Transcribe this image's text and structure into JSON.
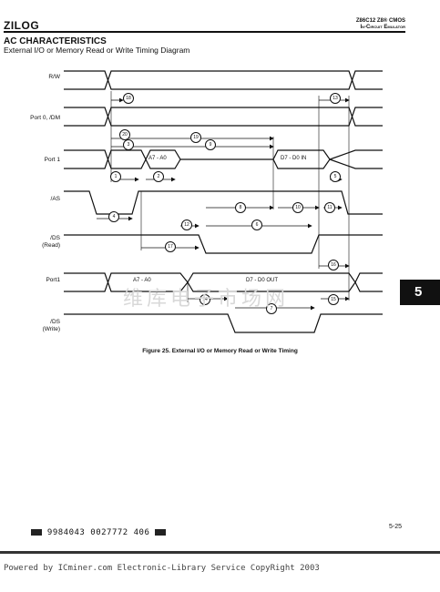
{
  "header": {
    "logo_text": "ZILOG",
    "product": "Z86C12 Z8® CMOS",
    "product_sub": "In-Circuit Emulator"
  },
  "page_title": "AC CHARACTERISTICS",
  "subtitle": "External I/O or Memory Read or Write Timing Diagram",
  "signals": [
    {
      "label": "R/W"
    },
    {
      "label": "Port 0, /DM"
    },
    {
      "label": "Port 1"
    },
    {
      "label": "/AS"
    },
    {
      "label": "/DS",
      "sub": "(Read)"
    },
    {
      "label": "Port1"
    },
    {
      "label": "/DS",
      "sub": "(Write)"
    }
  ],
  "bus_labels": {
    "read_addr": "A7 - A0",
    "read_data": "D7 - D0  IN",
    "write_addr": "A7 - A0",
    "write_data": "D7 - D0  OUT"
  },
  "parameters": [
    "1",
    "2",
    "3",
    "4",
    "5",
    "6",
    "7",
    "8",
    "9",
    "10",
    "11",
    "12",
    "13",
    "14",
    "15",
    "16",
    "17",
    "18",
    "19",
    "20"
  ],
  "watermark": "维库电子市场网",
  "section_tab": "5",
  "caption": "Figure 25.  External I/O or Memory Read or Write Timing",
  "barcode_text": "9984043 0027772 406",
  "page_number": "5-25",
  "footer": "Powered by ICminer.com Electronic-Library Service CopyRight 2003"
}
